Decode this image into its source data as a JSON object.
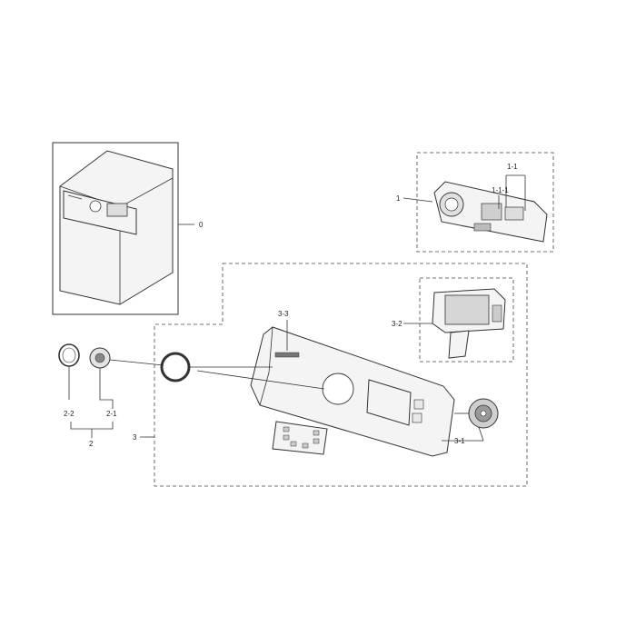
{
  "labels": {
    "part_0": "0",
    "part_1": "1",
    "part_1_1": "1-1",
    "part_1_1_1": "1-1-1",
    "part_2": "2",
    "part_2_1": "2-1",
    "part_2_2": "2-2",
    "part_3": "3",
    "part_3_1": "3-1",
    "part_3_2": "3-2",
    "part_3_3": "3-3"
  }
}
